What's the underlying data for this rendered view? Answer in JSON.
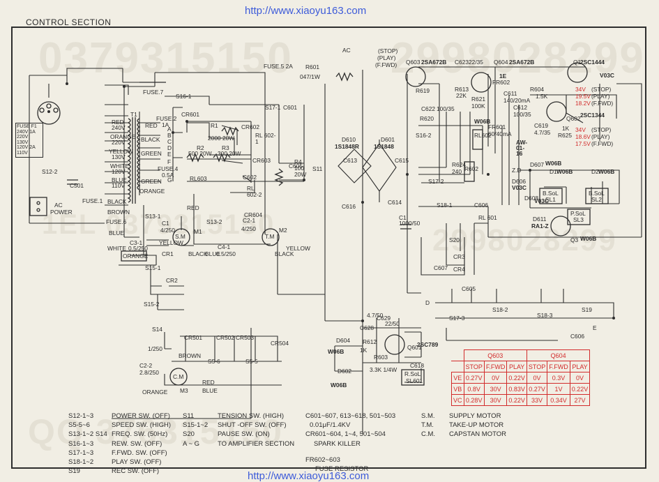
{
  "url_top": "http://www.xiaoyu163.com",
  "url_bottom": "http://www.xiaoyu163.com",
  "title": "CONTROL SECTION",
  "watermarks": [
    "0379315150",
    "2998028299",
    "1EL 0379315150",
    "QQ 376315150",
    "2998028299"
  ],
  "labels": {
    "fuse_f1_box": [
      "FUSE F1",
      "240V  1A",
      "220V",
      "130V",
      "120V  2A",
      "110V"
    ],
    "s12_2": "S12-2",
    "c501": "C501",
    "ac_power": "AC",
    "ac_power2": "POWER",
    "fuse1": "FUSE.1",
    "fuse7": "FUSE.7",
    "fuse5": "FUSE.5 2A",
    "r601": "R601",
    "r601_val": "047/1W",
    "ac_top": "AC",
    "stop_play": "(STOP)",
    "play": "(PLAY)",
    "ffwd": "(F.FWD)",
    "t1": "T1",
    "fuse2": "FUSE.2",
    "fuse2_rating": "1A",
    "fuse4": "FUSE.4",
    "fuse4_rating": "0.5A",
    "fuse6": "FUSE.6",
    "red240": "RED",
    "v240": "240V",
    "orange220": "ORANGE",
    "v220": "220V",
    "yellow130": "YELLOW",
    "v130": "130V",
    "white120": "WHITE",
    "v120": "120V",
    "blue110": "BLUE",
    "v110": "110V",
    "red_b": "RED",
    "black_b": "BLACK",
    "green_b": "GREEN",
    "green2": "GREEN",
    "orange2": "ORANGE",
    "black_l": "BLACK",
    "brown_l": "BROWN",
    "blue_l": "BLUE",
    "white_l": "WHITE",
    "orange_box": "ORANGE",
    "term_a": "A",
    "term_b": "B",
    "term_c": "C",
    "term_d": "D",
    "term_e": "E",
    "term_f": "F",
    "term_g": "G",
    "s16_1": "S16-1",
    "s17_1": "S17-1",
    "cr601": "CR601",
    "c601": "C601",
    "r1": "R1",
    "r1_val": "2000 20W",
    "r2": "R2",
    "r2_val": "500 20W",
    "r3": "R3",
    "r3_val": "300 20W",
    "cr602": "CR602",
    "rl602_1": "RL 602-1",
    "cr603": "CR603",
    "rl603": "RL603",
    "rl602_2": "RL 602-2",
    "cr604": "CR604",
    "c602": "C602",
    "c605": "C605",
    "r4": "R4 100 20W",
    "s11": "S11",
    "s13_1": "S13-1",
    "c3_1": "C3-1",
    "c3_1_val": "0.5/250",
    "c1": "C1",
    "c1_val": "4/250",
    "yellow_m": "YELLOW",
    "red_m": "RED",
    "sm": "S.M",
    "m1": "M1",
    "s13_2": "S13-2",
    "c2_1": "C2-1",
    "c2_1_val": "4/250",
    "c4_1": "C4-1",
    "c4_1_val": "0.5/250",
    "tm": "T.M",
    "m2": "M2",
    "black_m": "BLACK",
    "blue_m": "BLUE",
    "black_m2": "BLACK",
    "yellow_m2": "YELLOW",
    "cr1": "CR1",
    "s15_1": "S15-1",
    "cr2": "CR2",
    "s15_2": "S15-2",
    "s14": "S14",
    "c1_250": "1/250",
    "c2_2": "C2-2",
    "c2_2_val": "2.8/250",
    "orange_cm": "ORANGE",
    "cm": "C.M",
    "m3": "M3",
    "red_cm": "RED",
    "blue_cm": "BLUE",
    "cr501": "CR501",
    "cr502": "CR502",
    "cr503": "CR503",
    "cr504": "CR504",
    "brown_cm": "BROWN",
    "s5_6": "S5-6",
    "s5_5": "S5-5",
    "d610": "D610",
    "d610_part": "1S1848R",
    "d601": "D601",
    "d601_part": "1S1848",
    "c613": "C613",
    "c614": "C614",
    "c615": "C615",
    "c616": "C616",
    "c1_big": "C1 1000/50",
    "q603": "Q603",
    "q603_part": "2SA672B",
    "q604": "Q604",
    "q604_part": "2SA672B",
    "q1": "Q1",
    "q1_part": "2SC1444",
    "q602": "Q602",
    "q602_part": "2SC1344",
    "q3": "Q3",
    "q3_part": "W06B",
    "d_v03c": "V03C",
    "c623": "C623",
    "c623_val": "22/35",
    "r613": "R613",
    "r613_val": "22K",
    "c622": "C622",
    "c622_val": "100/35",
    "r619": "R619",
    "r620": "R620",
    "fr602": "FR602",
    "fr602_val": "1E",
    "r621": "R621",
    "r621_val": "100K",
    "w06b_1": "W06B",
    "c611": "C611",
    "c611_val": "140/20mA",
    "r604": "R604",
    "r604_val": "1.5K",
    "c612": "C612",
    "c612_val": "100/35",
    "c619": "C619",
    "c619_val": "4.7/35",
    "r625": "R625",
    "r625_val": "1K",
    "d607": "D607",
    "d607_part": "W06B",
    "d1": "D1",
    "d1_part": "W06B",
    "d2": "D2",
    "d2_part": "W06B",
    "bsol1": "B.SoL",
    "sl1": "SL1",
    "bsol2": "B.SoL",
    "sl2": "SL2",
    "psol": "P.SoL",
    "sl3": "SL3",
    "d611": "D611",
    "d611_part": "RA1-Z",
    "zd": "Z.D",
    "zd_part": "AW-01-16",
    "d606": "D606",
    "d606_part": "V03C",
    "d608": "D608",
    "d608_part": "V03C",
    "r602": "R602",
    "rl602": "RL602",
    "fr601": "FR601",
    "fr601_val": "60/40mA",
    "r624": "R624",
    "r624_val": "240",
    "s16_2": "S16-2",
    "s17_2": "S17-2",
    "s18_1": "S18-1",
    "s20": "S20",
    "rl601": "RL 601",
    "c606": "C606",
    "c607": "C607",
    "cr3": "CR3",
    "cr4": "CR4",
    "q603_vs": "34V",
    "q1_v1": "34V",
    "q1_s1": "(STOP)",
    "q1_v2": "19.5V",
    "q1_s2": "(PLAY)",
    "q1_v3": "18.2V",
    "q1_s3": "(F.FWD)",
    "q2_v1": "34V",
    "q2_s1": "(STOP)",
    "q2_v2": "18.6V",
    "q2_s2": "(PLAY)",
    "q2_v3": "17.5V",
    "q2_s3": "(F.FWD)",
    "term_d2": "D",
    "term_e2": "E",
    "s17_3": "S17-3",
    "s18_2": "S18-2",
    "s18_3": "S18-3",
    "s19": "S19",
    "c605b": "C605",
    "c606b": "C606",
    "c628": "C628",
    "c628_val": "4.7/50",
    "c629": "C629",
    "c629_val": "22/50",
    "r612": "R612",
    "r612_val": "1K",
    "r603": "R603",
    "r603_val": "3.3K 1/4W",
    "d604": "D604",
    "d604_part": "W06B",
    "d602": "D602",
    "d602_part": "W06B",
    "q601": "Q601",
    "q601_part": "2SC789",
    "c618": "C618",
    "rsol": "R.SoL",
    "sl601": "SL601"
  },
  "legend_left": [
    {
      "ref": "S12-1~3",
      "desc": "POWER SW. (OFF)"
    },
    {
      "ref": "S5-5~6",
      "desc": "SPEED SW. (HIGH)"
    },
    {
      "ref": "S13-1~2 S14",
      "desc": "FREQ. SW. (50Hz)"
    },
    {
      "ref": "S16-1~3",
      "desc": "REW. SW. (OFF)"
    },
    {
      "ref": "S17-1~3",
      "desc": "F.FWD. SW. (OFF)"
    },
    {
      "ref": "S18-1~2",
      "desc": "PLAY SW. (OFF)"
    },
    {
      "ref": "S19",
      "desc": "REC SW. (OFF)"
    }
  ],
  "legend_mid": [
    {
      "ref": "S11",
      "desc": "TENSION SW. (HIGH)"
    },
    {
      "ref": "S15-1~2",
      "desc": "SHUT -OFF SW. (OFF)"
    },
    {
      "ref": "S20",
      "desc": "PAUSE SW. (ON)"
    },
    {
      "ref": "A ~ G",
      "desc": "TO AMPLIFIER SECTION"
    }
  ],
  "legend_cap": [
    "C601~607, 613~618, 501~503",
    "0.01μF/1.4KV",
    "CR601~604, 1~4, 501~504",
    "SPARK KILLER",
    "FR602~603",
    "FUSE RESISTOR"
  ],
  "legend_motor": [
    {
      "ref": "S.M.",
      "desc": "SUPPLY MOTOR"
    },
    {
      "ref": "T.M.",
      "desc": "TAKE-UP MOTOR"
    },
    {
      "ref": "C.M.",
      "desc": "CAPSTAN MOTOR"
    }
  ],
  "voltage_table": {
    "groups": [
      "Q603",
      "Q604"
    ],
    "columns": [
      "STOP",
      "F.FWD",
      "PLAY",
      "STOP",
      "F.FWD",
      "PLAY"
    ],
    "rows": [
      {
        "label": "VE",
        "values": [
          "0.27V",
          "0V",
          "0.22V",
          "0V",
          "0.3V",
          "0V"
        ]
      },
      {
        "label": "VB",
        "values": [
          "0.8V",
          "30V",
          "0.83V",
          "0.27V",
          "1V",
          "0.22V"
        ]
      },
      {
        "label": "VC",
        "values": [
          "0.28V",
          "30V",
          "0.22V",
          "33V",
          "0.34V",
          "27V"
        ]
      }
    ]
  }
}
